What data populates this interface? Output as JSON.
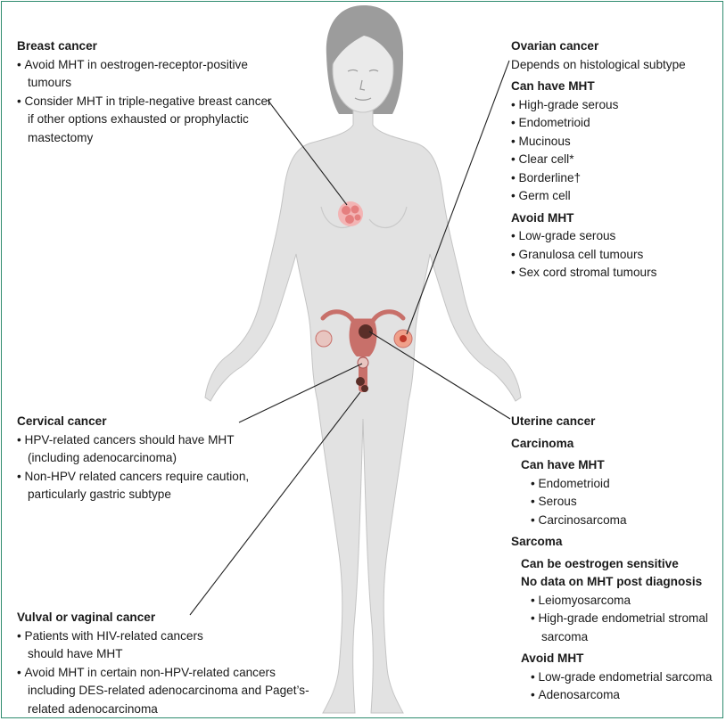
{
  "colors": {
    "frame": "#2e8b6e",
    "body": "#e2e2e2",
    "hair": "#9c9c9c",
    "organ": "#c8706a",
    "tumour": "#5a2e28",
    "breast_lesion": "#ef9a9a"
  },
  "breast": {
    "title": "Breast cancer",
    "items": [
      "Avoid MHT in oestrogen-receptor-positive tumours",
      "Consider MHT in triple-negative breast cancer if other options exhausted or prophylactic mastectomy"
    ]
  },
  "ovarian": {
    "title": "Ovarian cancer",
    "subtitle": "Depends on histological subtype",
    "can_have_heading": "Can have MHT",
    "can_have": [
      "High-grade serous",
      "Endometrioid",
      "Mucinous",
      "Clear cell*",
      "Borderline†",
      "Germ cell"
    ],
    "avoid_heading": "Avoid MHT",
    "avoid": [
      "Low-grade serous",
      "Granulosa cell tumours",
      "Sex cord stromal tumours"
    ]
  },
  "cervical": {
    "title": "Cervical cancer",
    "items": [
      "HPV-related cancers should have MHT (including adenocarcinoma)",
      "Non-HPV related cancers require caution, particularly gastric subtype"
    ]
  },
  "uterine": {
    "title": "Uterine cancer",
    "carcinoma_heading": "Carcinoma",
    "carcinoma_can_have_heading": "Can have MHT",
    "carcinoma_can_have": [
      "Endometrioid",
      "Serous",
      "Carcinosarcoma"
    ],
    "sarcoma_heading": "Sarcoma",
    "sarcoma_note_1": "Can be oestrogen sensitive",
    "sarcoma_note_2": "No data on MHT post diagnosis",
    "sarcoma_items": [
      "Leiomyosarcoma",
      "High-grade endometrial stromal sarcoma"
    ],
    "sarcoma_avoid_heading": "Avoid MHT",
    "sarcoma_avoid": [
      "Low-grade endometrial sarcoma",
      "Adenosarcoma"
    ]
  },
  "vulval": {
    "title": "Vulval or vaginal cancer",
    "items": [
      "Patients with HIV-related cancers should have MHT",
      "Avoid MHT in certain non-HPV-related cancers including DES-related adenocarcinoma and Paget’s-related adenocarcinoma"
    ]
  }
}
